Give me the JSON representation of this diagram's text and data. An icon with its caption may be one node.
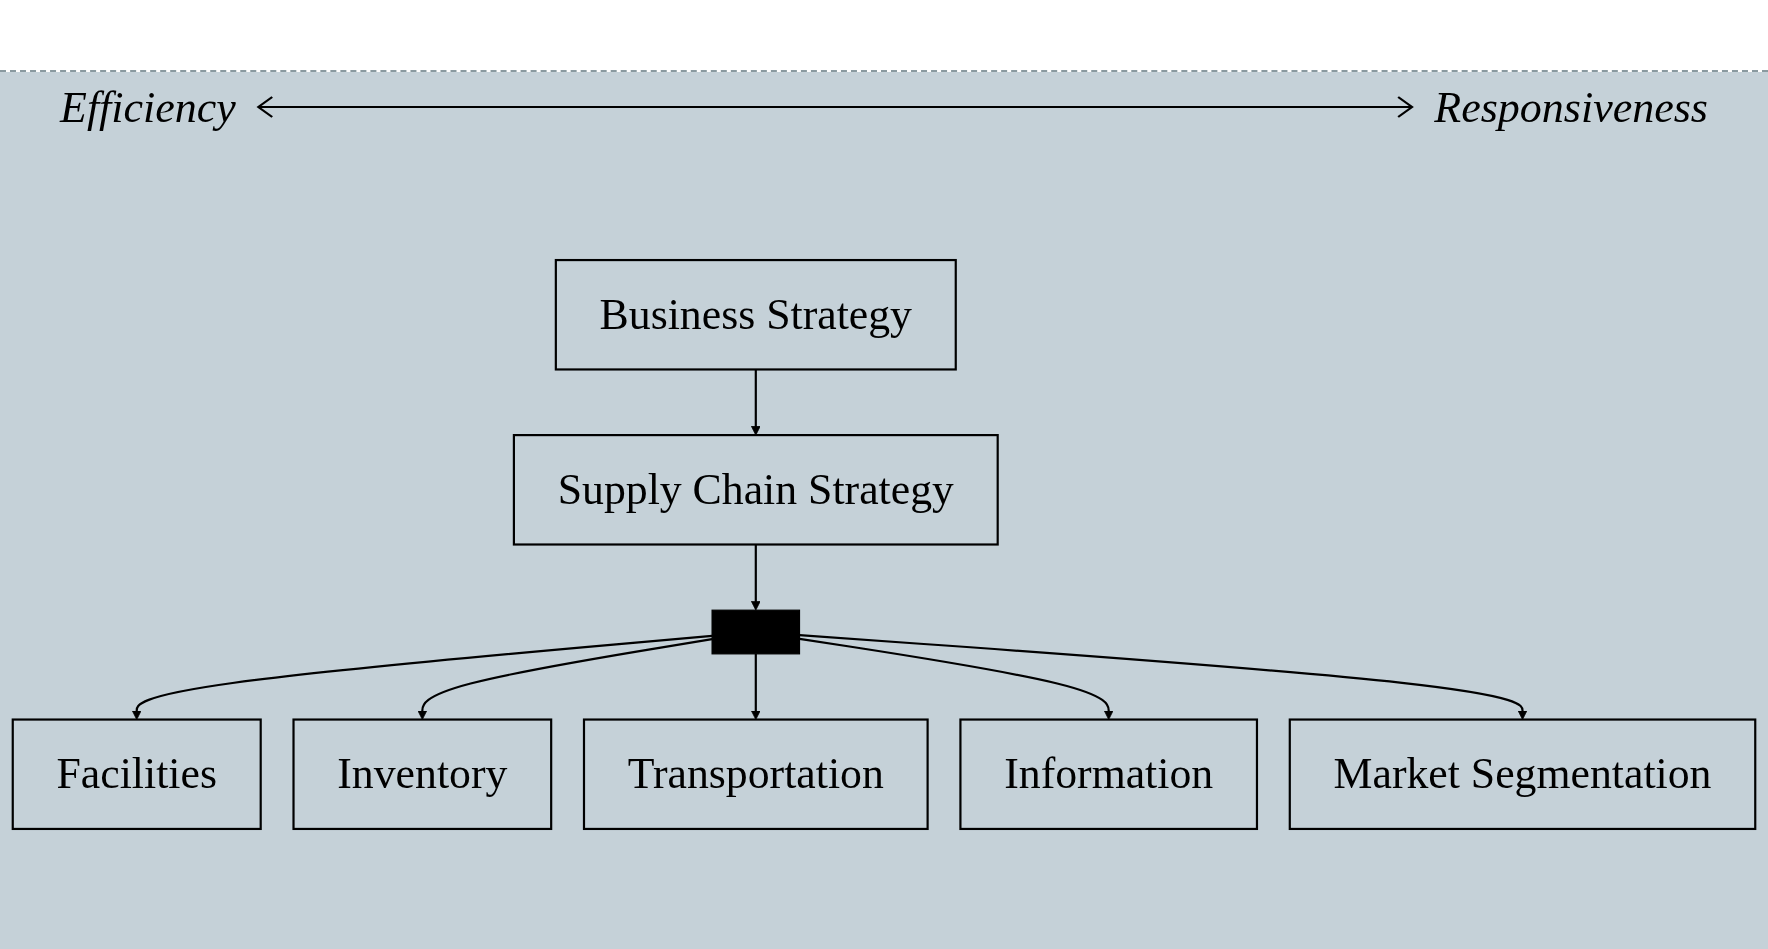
{
  "diagram": {
    "nodes": [
      {
        "text": [
          "Business Strategy"
        ]
      },
      {
        "text": [
          "Supply Chain Strategy"
        ]
      },
      {
        "text": [],
        "shape": "bar"
      },
      {
        "text": [
          "Facilities"
        ]
      },
      {
        "text": [
          "Inventory"
        ]
      },
      {
        "text": [
          "Transportation"
        ]
      },
      {
        "text": [
          "Information"
        ]
      },
      {
        "text": [
          "Market Segmentation"
        ]
      }
    ],
    "edges": [
      {
        "from": 0,
        "to": 1,
        "arrow": "to"
      },
      {
        "from": 1,
        "to": 2,
        "arrow": "to"
      },
      {
        "from": 2,
        "to": 3,
        "arrow": "to"
      },
      {
        "from": 2,
        "to": 4,
        "arrow": "to"
      },
      {
        "from": 2,
        "to": 5,
        "arrow": "to"
      },
      {
        "from": 2,
        "to": 6,
        "arrow": "to"
      },
      {
        "from": 2,
        "to": 7,
        "arrow": "to"
      }
    ],
    "labels": [
      "Efficiency",
      "Responsiveness"
    ]
  }
}
